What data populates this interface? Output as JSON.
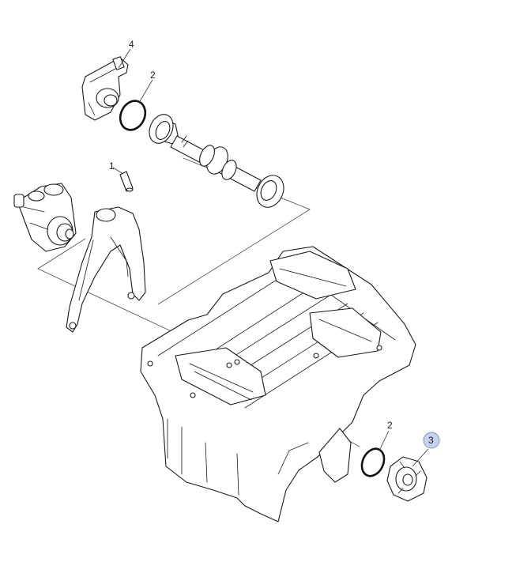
{
  "colors": {
    "line": "#1a1a1a",
    "highlight": "#c6d2ee"
  },
  "callouts": [
    {
      "id": "c4",
      "label": "4",
      "highlighted": false
    },
    {
      "id": "c2a",
      "label": "2",
      "highlighted": false
    },
    {
      "id": "c1",
      "label": "1",
      "highlighted": false
    },
    {
      "id": "c2b",
      "label": "2",
      "highlighted": false
    },
    {
      "id": "c3",
      "label": "3",
      "highlighted": true
    }
  ]
}
